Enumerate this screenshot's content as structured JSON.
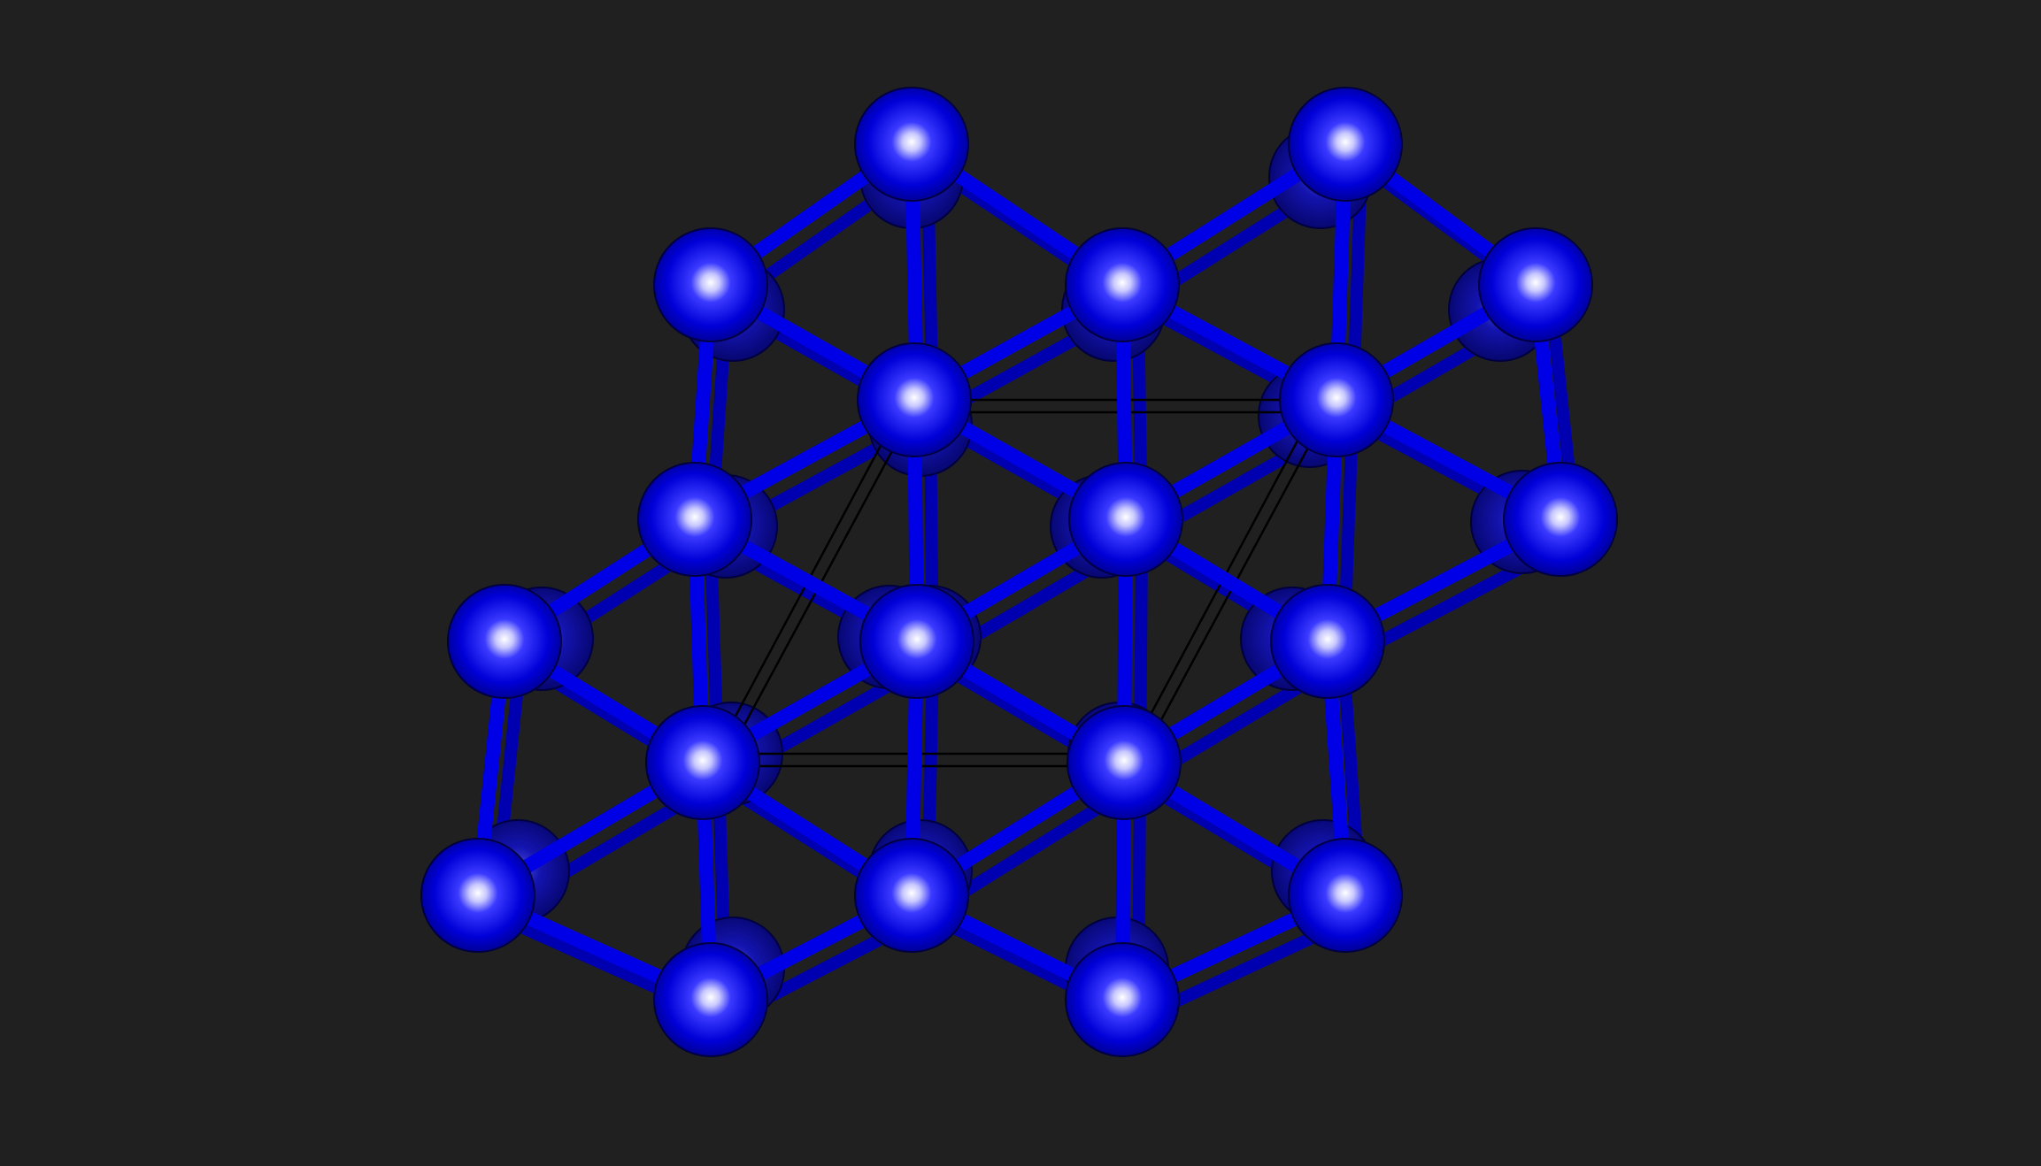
{
  "viewer": {
    "background_color": "#202020"
  },
  "structure": {
    "atom_color": "#0000ff",
    "bond_color": "#0000e6",
    "cell_edge_color": "#000000",
    "atoms": {
      "back": [
        {
          "id": "b1"
        },
        {
          "id": "b2"
        },
        {
          "id": "b3"
        },
        {
          "id": "b4"
        },
        {
          "id": "b5"
        },
        {
          "id": "b6"
        },
        {
          "id": "b7"
        },
        {
          "id": "b8"
        },
        {
          "id": "b9"
        },
        {
          "id": "b10"
        },
        {
          "id": "b11"
        },
        {
          "id": "b12"
        },
        {
          "id": "b13"
        },
        {
          "id": "b14"
        },
        {
          "id": "b15"
        },
        {
          "id": "b16"
        },
        {
          "id": "b17"
        },
        {
          "id": "b18"
        },
        {
          "id": "b19"
        },
        {
          "id": "b20"
        },
        {
          "id": "b21"
        }
      ],
      "front": [
        {
          "id": "f1"
        },
        {
          "id": "f2"
        },
        {
          "id": "f3"
        },
        {
          "id": "f4"
        },
        {
          "id": "f5"
        },
        {
          "id": "f6"
        },
        {
          "id": "f7"
        },
        {
          "id": "f8"
        },
        {
          "id": "f9"
        },
        {
          "id": "f10"
        },
        {
          "id": "f11"
        },
        {
          "id": "f12"
        },
        {
          "id": "f13"
        },
        {
          "id": "f14"
        },
        {
          "id": "f15"
        },
        {
          "id": "f16"
        },
        {
          "id": "f17"
        },
        {
          "id": "f18"
        },
        {
          "id": "f19"
        },
        {
          "id": "f20"
        },
        {
          "id": "f21"
        }
      ]
    }
  }
}
